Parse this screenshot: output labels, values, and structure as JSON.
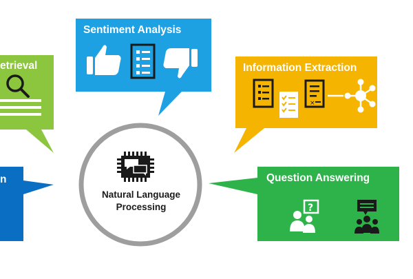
{
  "diagram": {
    "center": {
      "label_line1": "Natural Language",
      "label_line2": "Processing",
      "icon": "chip-chat-icon"
    },
    "bubbles": [
      {
        "id": "sentiment",
        "title": "Sentiment Analysis",
        "color": "#1da1e2",
        "icons": [
          "thumbs-up-icon",
          "document-list-icon",
          "thumbs-down-icon"
        ]
      },
      {
        "id": "retrieval",
        "title": "etrieval",
        "color": "#8cc63f",
        "icons": [
          "magnifier-icon",
          "text-lines-icon"
        ]
      },
      {
        "id": "extraction",
        "title": "Information Extraction",
        "color": "#f5b400",
        "icons": [
          "document-list-icon",
          "checklist-icon",
          "form-icon",
          "network-icon"
        ]
      },
      {
        "id": "qa",
        "title": "Question Answering",
        "color": "#2db34a",
        "icons": [
          "user-question-icon",
          "group-chat-icon"
        ]
      },
      {
        "id": "left-partial",
        "title": "n",
        "color": "#0a6fc2",
        "icons": []
      }
    ],
    "colors": {
      "ring": "#9e9e9e",
      "icon_dark": "#1a1a1a",
      "icon_light": "#ffffff"
    }
  }
}
